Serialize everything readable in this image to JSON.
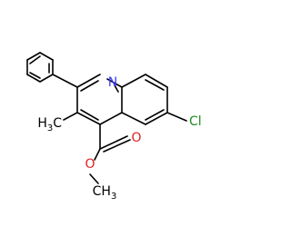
{
  "molecule": {
    "atoms": {
      "nitrogen": {
        "text": "N",
        "color": "#3a3aff"
      },
      "chlorine": {
        "text": "Cl",
        "color": "#1e8c1e"
      },
      "carbonyl_oxygen": {
        "text": "O",
        "color": "#e02020"
      },
      "ester_oxygen": {
        "text": "O",
        "color": "#e02020"
      },
      "ring_methyl": {
        "main": "H",
        "sub": "3",
        "tail": "C",
        "color": "#000000"
      },
      "ester_methyl": {
        "main": "CH",
        "sub": "3",
        "color": "#000000"
      }
    }
  }
}
